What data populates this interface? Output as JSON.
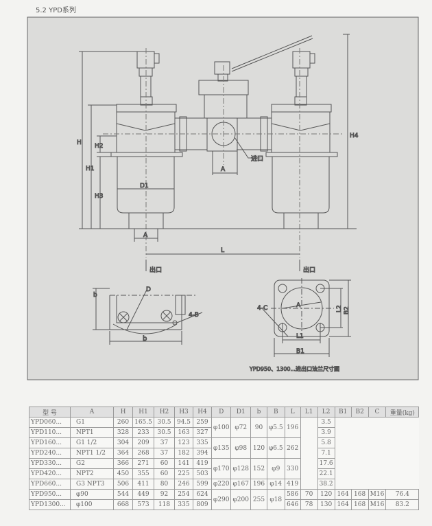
{
  "header": {
    "section_title": "5.2 YPD系列"
  },
  "drawing": {
    "labels": {
      "H": "H",
      "H1": "H1",
      "H2": "H2",
      "H3": "H3",
      "H4": "H4",
      "D1": "D1",
      "A_inlet": "A",
      "A_outlet": "A",
      "L": "L",
      "inlet": "进口",
      "outlet_left": "出口",
      "outlet_right": "出口",
      "b_vertical": "b",
      "b_horizontal": "b",
      "D": "D",
      "holes_4B": "4-B",
      "holes_4C": "4-C",
      "A_flange": "A",
      "L1": "L1",
      "B1": "B1",
      "L2": "L2",
      "B2": "B2"
    },
    "caption": "YPD950、1300...进出口法兰尺寸图"
  },
  "table": {
    "headers": [
      "型 号",
      "A",
      "H",
      "H1",
      "H2",
      "H3",
      "H4",
      "D",
      "D1",
      "b",
      "B",
      "L",
      "L1",
      "L2",
      "B1",
      "B2",
      "C",
      "重量(kg)"
    ],
    "rows": [
      [
        "YPD060...",
        "G1",
        "260",
        "165.5",
        "30.5",
        "94.5",
        "259",
        "φ100",
        "φ72",
        "90",
        "φ5.5",
        "196",
        "",
        null,
        null,
        null,
        null,
        "3.5"
      ],
      [
        "YPD110...",
        "NPT1",
        "328",
        "233",
        "30.5",
        "163",
        "327",
        null,
        null,
        null,
        null,
        null,
        null,
        null,
        null,
        null,
        null,
        "3.9"
      ],
      [
        "YPD160...",
        "G1 1/2",
        "304",
        "209",
        "37",
        "123",
        "335",
        "φ135",
        "φ98",
        "120",
        "φ6.5",
        "262",
        null,
        null,
        null,
        null,
        null,
        "5.8"
      ],
      [
        "YPD240...",
        "NPT1 1/2",
        "364",
        "268",
        "37",
        "182",
        "394",
        null,
        null,
        null,
        null,
        null,
        null,
        null,
        null,
        null,
        null,
        "7.1"
      ],
      [
        "YPD330...",
        "G2",
        "366",
        "271",
        "60",
        "141",
        "419",
        "φ170",
        "φ128",
        "152",
        "φ9",
        "330",
        null,
        null,
        null,
        null,
        null,
        "17.6"
      ],
      [
        "YPD420...",
        "NPT2",
        "450",
        "355",
        "60",
        "225",
        "503",
        null,
        null,
        null,
        null,
        null,
        null,
        null,
        null,
        null,
        null,
        "22.1"
      ],
      [
        "YPD660...",
        "G3 NPT3",
        "506",
        "411",
        "80",
        "246",
        "599",
        "φ220",
        "φ167",
        "196",
        "φ14",
        "419",
        null,
        null,
        null,
        null,
        null,
        "38.2"
      ],
      [
        "YPD950...",
        "φ90",
        "544",
        "449",
        "92",
        "254",
        "624",
        "φ290",
        "φ200",
        "255",
        "φ18",
        "586",
        "70",
        "120",
        "164",
        "168",
        "M16",
        "76.4"
      ],
      [
        "YPD1300...",
        "φ100",
        "668",
        "573",
        "118",
        "335",
        "809",
        null,
        null,
        null,
        null,
        "646",
        "78",
        "130",
        "164",
        "168",
        "M16",
        "83.2"
      ]
    ]
  }
}
